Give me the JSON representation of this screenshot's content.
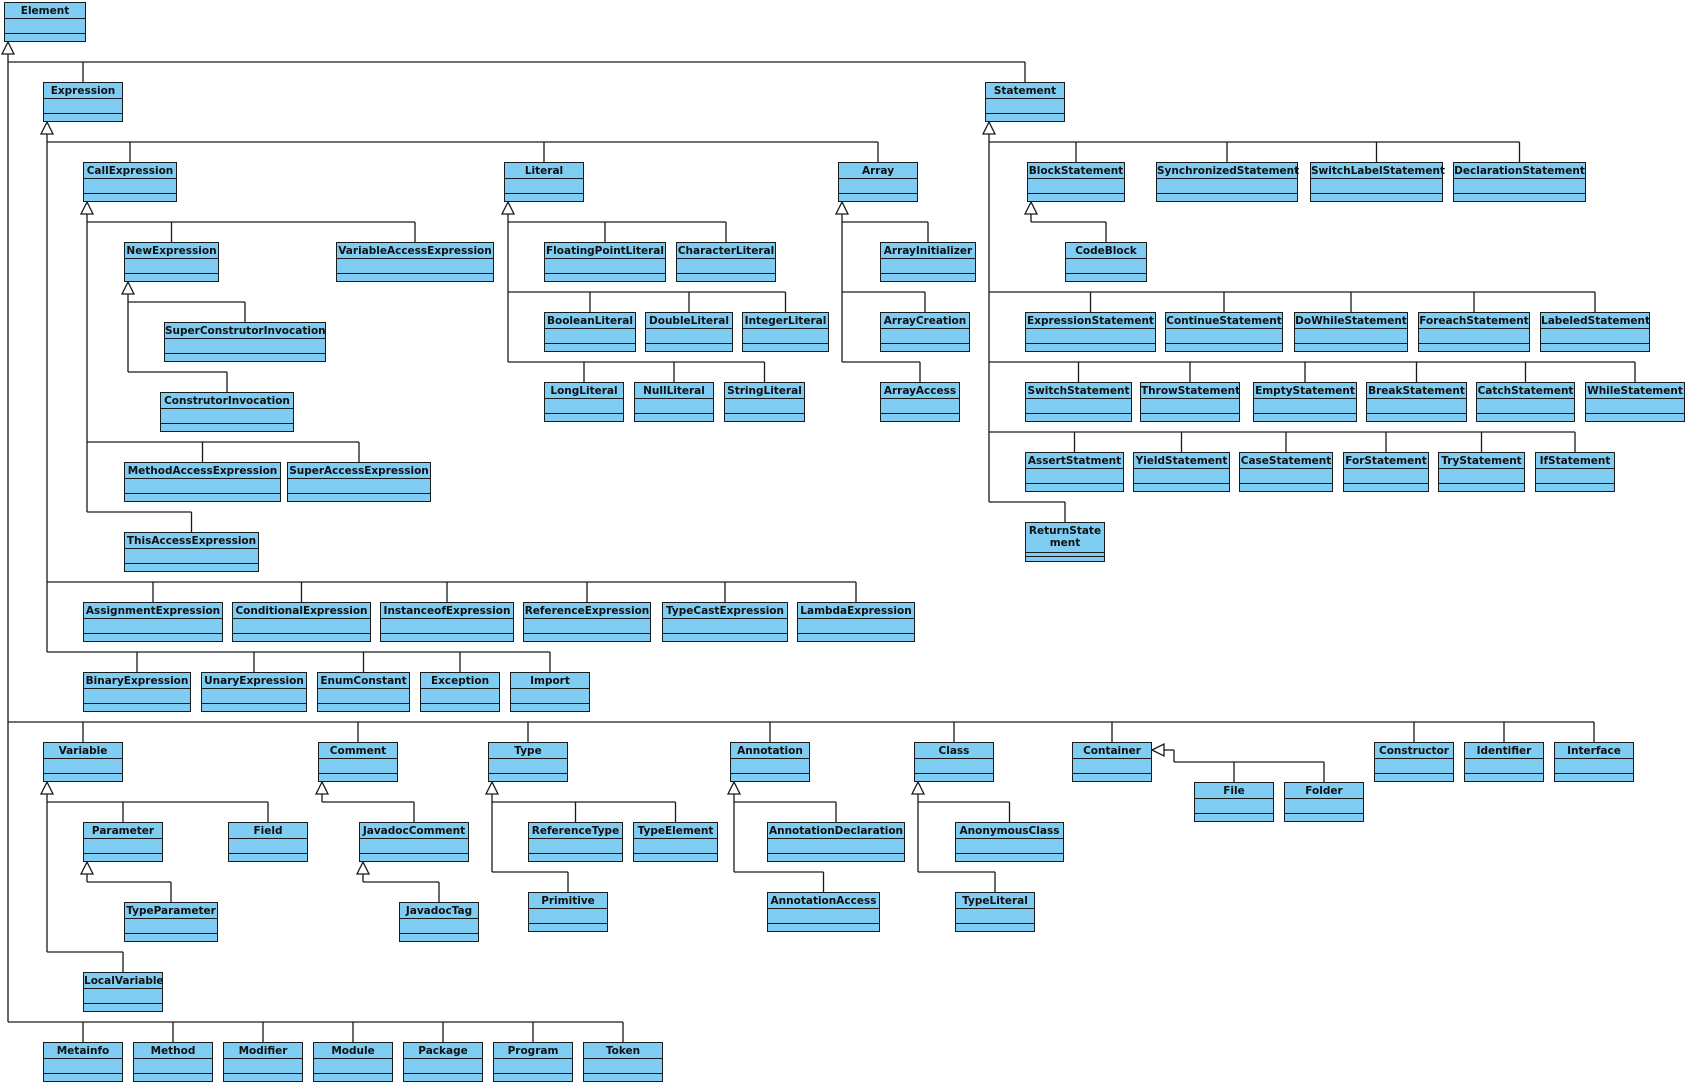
{
  "colors": {
    "fill": "#7fcdf3",
    "stroke": "#1a1a1a"
  },
  "classes": [
    {
      "id": "Element",
      "label": "Element"
    },
    {
      "id": "Expression",
      "label": "Expression"
    },
    {
      "id": "Statement",
      "label": "Statement"
    },
    {
      "id": "CallExpression",
      "label": "CallExpression"
    },
    {
      "id": "Literal",
      "label": "Literal"
    },
    {
      "id": "Array",
      "label": "Array"
    },
    {
      "id": "NewExpression",
      "label": "NewExpression"
    },
    {
      "id": "VariableAccessExpression",
      "label": "VariableAccessExpression"
    },
    {
      "id": "SuperConstrutorInvocation",
      "label": "SuperConstrutorInvocation"
    },
    {
      "id": "ConstrutorInvocation",
      "label": "ConstrutorInvocation"
    },
    {
      "id": "MethodAccessExpression",
      "label": "MethodAccessExpression"
    },
    {
      "id": "SuperAccessExpression",
      "label": "SuperAccessExpression"
    },
    {
      "id": "ThisAccessExpression",
      "label": "ThisAccessExpression"
    },
    {
      "id": "FloatingPointLiteral",
      "label": "FloatingPointLiteral"
    },
    {
      "id": "CharacterLiteral",
      "label": "CharacterLiteral"
    },
    {
      "id": "BooleanLiteral",
      "label": "BooleanLiteral"
    },
    {
      "id": "DoubleLiteral",
      "label": "DoubleLiteral"
    },
    {
      "id": "IntegerLiteral",
      "label": "IntegerLiteral"
    },
    {
      "id": "LongLiteral",
      "label": "LongLiteral"
    },
    {
      "id": "NullLiteral",
      "label": "NullLiteral"
    },
    {
      "id": "StringLiteral",
      "label": "StringLiteral"
    },
    {
      "id": "ArrayInitializer",
      "label": "ArrayInitializer"
    },
    {
      "id": "ArrayCreation",
      "label": "ArrayCreation"
    },
    {
      "id": "ArrayAccess",
      "label": "ArrayAccess"
    },
    {
      "id": "AssignmentExpression",
      "label": "AssignmentExpression"
    },
    {
      "id": "ConditionalExpression",
      "label": "ConditionalExpression"
    },
    {
      "id": "InstanceofExpression",
      "label": "InstanceofExpression"
    },
    {
      "id": "ReferenceExpression",
      "label": "ReferenceExpression"
    },
    {
      "id": "TypeCastExpression",
      "label": "TypeCastExpression"
    },
    {
      "id": "LambdaExpression",
      "label": "LambdaExpression"
    },
    {
      "id": "BinaryExpression",
      "label": "BinaryExpression"
    },
    {
      "id": "UnaryExpression",
      "label": "UnaryExpression"
    },
    {
      "id": "EnumConstant",
      "label": "EnumConstant"
    },
    {
      "id": "Exception",
      "label": "Exception"
    },
    {
      "id": "Import",
      "label": "Import"
    },
    {
      "id": "BlockStatement",
      "label": "BlockStatement"
    },
    {
      "id": "SynchronizedStatement",
      "label": "SynchronizedStatement"
    },
    {
      "id": "SwitchLabelStatement",
      "label": "SwitchLabelStatement"
    },
    {
      "id": "DeclarationStatement",
      "label": "DeclarationStatement"
    },
    {
      "id": "CodeBlock",
      "label": "CodeBlock"
    },
    {
      "id": "ExpressionStatement",
      "label": "ExpressionStatement"
    },
    {
      "id": "ContinueStatement",
      "label": "ContinueStatement"
    },
    {
      "id": "DoWhileStatement",
      "label": "DoWhileStatement"
    },
    {
      "id": "ForeachStatement",
      "label": "ForeachStatement"
    },
    {
      "id": "LabeledStatement",
      "label": "LabeledStatement"
    },
    {
      "id": "SwitchStatement",
      "label": "SwitchStatement"
    },
    {
      "id": "ThrowStatement",
      "label": "ThrowStatement"
    },
    {
      "id": "EmptyStatement",
      "label": "EmptyStatement"
    },
    {
      "id": "BreakStatement",
      "label": "BreakStatement"
    },
    {
      "id": "CatchStatement",
      "label": "CatchStatement"
    },
    {
      "id": "WhileStatement",
      "label": "WhileStatement"
    },
    {
      "id": "AssertStatment",
      "label": "AssertStatment"
    },
    {
      "id": "YieldStatement",
      "label": "YieldStatement"
    },
    {
      "id": "CaseStatement",
      "label": "CaseStatement"
    },
    {
      "id": "ForStatement",
      "label": "ForStatement"
    },
    {
      "id": "TryStatement",
      "label": "TryStatement"
    },
    {
      "id": "IfStatement",
      "label": "IfStatement"
    },
    {
      "id": "ReturnStatement",
      "label": "ReturnState ment"
    },
    {
      "id": "Variable",
      "label": "Variable"
    },
    {
      "id": "Comment",
      "label": "Comment"
    },
    {
      "id": "Type",
      "label": "Type"
    },
    {
      "id": "Annotation",
      "label": "Annotation"
    },
    {
      "id": "Class",
      "label": "Class"
    },
    {
      "id": "Container",
      "label": "Container"
    },
    {
      "id": "Constructor",
      "label": "Constructor"
    },
    {
      "id": "Identifier",
      "label": "Identifier"
    },
    {
      "id": "Interface",
      "label": "Interface"
    },
    {
      "id": "File",
      "label": "File"
    },
    {
      "id": "Folder",
      "label": "Folder"
    },
    {
      "id": "Parameter",
      "label": "Parameter"
    },
    {
      "id": "Field",
      "label": "Field"
    },
    {
      "id": "TypeParameter",
      "label": "TypeParameter"
    },
    {
      "id": "LocalVariable",
      "label": "LocalVariable"
    },
    {
      "id": "JavadocComment",
      "label": "JavadocComment"
    },
    {
      "id": "JavadocTag",
      "label": "JavadocTag"
    },
    {
      "id": "ReferenceType",
      "label": "ReferenceType"
    },
    {
      "id": "TypeElement",
      "label": "TypeElement"
    },
    {
      "id": "Primitive",
      "label": "Primitive"
    },
    {
      "id": "AnnotationDeclaration",
      "label": "AnnotationDeclaration"
    },
    {
      "id": "AnnotationAccess",
      "label": "AnnotationAccess"
    },
    {
      "id": "AnonymousClass",
      "label": "AnonymousClass"
    },
    {
      "id": "TypeLiteral",
      "label": "TypeLiteral"
    },
    {
      "id": "Metainfo",
      "label": "Metainfo"
    },
    {
      "id": "Method",
      "label": "Method"
    },
    {
      "id": "Modifier",
      "label": "Modifier"
    },
    {
      "id": "Module",
      "label": "Module"
    },
    {
      "id": "Package",
      "label": "Package"
    },
    {
      "id": "Program",
      "label": "Program"
    },
    {
      "id": "Token",
      "label": "Token"
    }
  ]
}
